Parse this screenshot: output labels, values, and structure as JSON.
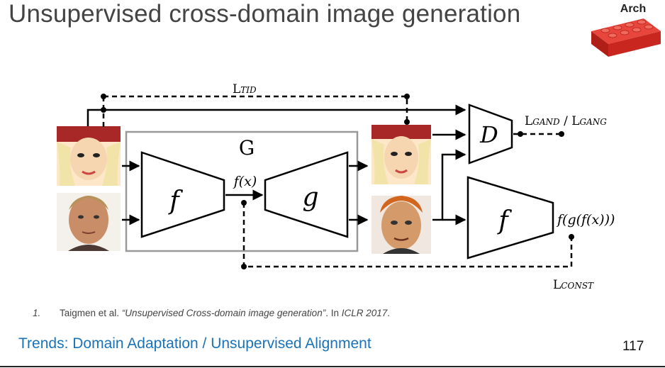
{
  "slide": {
    "title": "Unsupervised cross-domain image generation",
    "badge": "Arch",
    "page_number": "117",
    "section": "Trends: Domain Adaptation / Unsupervised Alignment"
  },
  "diagram": {
    "generator_label": "G",
    "encoder_label": "f",
    "decoder_label": "g",
    "discriminator_label": "D",
    "encoder2_label": "f",
    "fx_label": "f(x)",
    "fgfx_label": "f(g(f(x)))",
    "ltid": {
      "main": "L",
      "sub": "TID"
    },
    "lgan": {
      "main1": "L",
      "sub1": "GAND",
      "sep": " / ",
      "main2": "L",
      "sub2": "GANG"
    },
    "lconst": {
      "main": "L",
      "sub": "CONST"
    }
  },
  "footnote": {
    "number": "1.",
    "authors": "Taigmen et al.",
    "paper": "“Unsupervised Cross-domain image generation”",
    "in_text": ". In ",
    "venue": "ICLR 2017",
    "end": "."
  },
  "colors": {
    "title": "#444444",
    "section": "#1a73b8",
    "lego": "#d42a22",
    "box": "#999999"
  }
}
